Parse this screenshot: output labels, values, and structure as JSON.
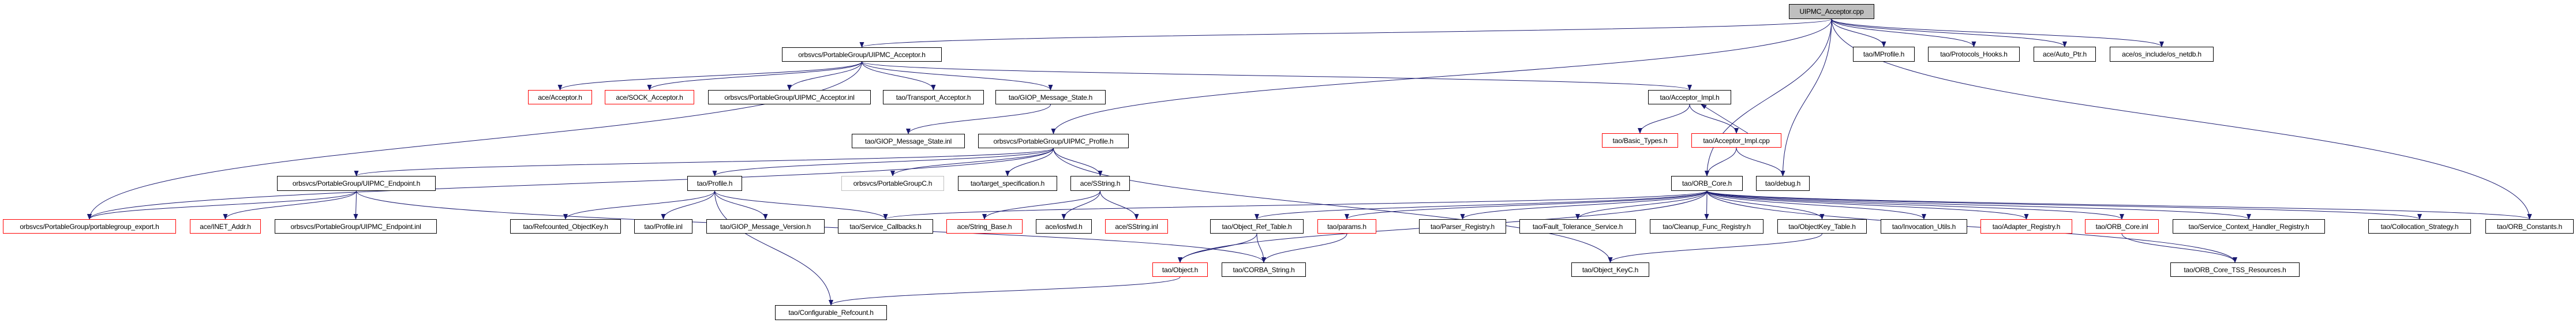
{
  "colors": {
    "edge": "#191970",
    "missing_border": "#ff0000",
    "undocumented_border": "#bfbfbf",
    "root_fill": "#bfbfbf"
  },
  "nodes": [
    {
      "label": "UIPMC_Acceptor.cpp",
      "style": "root"
    },
    {
      "label": "orbsvcs/PortableGroup/UIPMC_Acceptor.h",
      "style": "normal"
    },
    {
      "label": "tao/MProfile.h",
      "style": "normal"
    },
    {
      "label": "tao/Protocols_Hooks.h",
      "style": "normal"
    },
    {
      "label": "ace/Auto_Ptr.h",
      "style": "normal"
    },
    {
      "label": "ace/os_include/os_netdb.h",
      "style": "normal"
    },
    {
      "label": "ace/Acceptor.h",
      "style": "red"
    },
    {
      "label": "ace/SOCK_Acceptor.h",
      "style": "red"
    },
    {
      "label": "orbsvcs/PortableGroup/UIPMC_Acceptor.inl",
      "style": "normal"
    },
    {
      "label": "tao/Transport_Acceptor.h",
      "style": "normal"
    },
    {
      "label": "tao/GIOP_Message_State.h",
      "style": "normal"
    },
    {
      "label": "tao/Acceptor_Impl.h",
      "style": "normal"
    },
    {
      "label": "tao/GIOP_Message_State.inl",
      "style": "normal"
    },
    {
      "label": "orbsvcs/PortableGroup/UIPMC_Profile.h",
      "style": "normal"
    },
    {
      "label": "tao/Basic_Types.h",
      "style": "red"
    },
    {
      "label": "tao/Acceptor_Impl.cpp",
      "style": "red"
    },
    {
      "label": "orbsvcs/PortableGroup/UIPMC_Endpoint.h",
      "style": "normal"
    },
    {
      "label": "tao/Profile.h",
      "style": "normal"
    },
    {
      "label": "orbsvcs/PortableGroupC.h",
      "style": "gray"
    },
    {
      "label": "tao/target_specification.h",
      "style": "normal"
    },
    {
      "label": "ace/SString.h",
      "style": "normal"
    },
    {
      "label": "tao/ORB_Core.h",
      "style": "normal"
    },
    {
      "label": "tao/debug.h",
      "style": "normal"
    },
    {
      "label": "orbsvcs/PortableGroup/portablegroup_export.h",
      "style": "red"
    },
    {
      "label": "ace/INET_Addr.h",
      "style": "red"
    },
    {
      "label": "orbsvcs/PortableGroup/UIPMC_Endpoint.inl",
      "style": "normal"
    },
    {
      "label": "tao/Refcounted_ObjectKey.h",
      "style": "normal"
    },
    {
      "label": "tao/Profile.inl",
      "style": "normal"
    },
    {
      "label": "tao/GIOP_Message_Version.h",
      "style": "normal"
    },
    {
      "label": "tao/Service_Callbacks.h",
      "style": "normal"
    },
    {
      "label": "ace/String_Base.h",
      "style": "red"
    },
    {
      "label": "ace/iosfwd.h",
      "style": "normal"
    },
    {
      "label": "ace/SString.inl",
      "style": "red"
    },
    {
      "label": "tao/Object_Ref_Table.h",
      "style": "normal"
    },
    {
      "label": "tao/params.h",
      "style": "red"
    },
    {
      "label": "tao/Parser_Registry.h",
      "style": "normal"
    },
    {
      "label": "tao/Fault_Tolerance_Service.h",
      "style": "normal"
    },
    {
      "label": "tao/Cleanup_Func_Registry.h",
      "style": "normal"
    },
    {
      "label": "tao/ObjectKey_Table.h",
      "style": "normal"
    },
    {
      "label": "tao/Invocation_Utils.h",
      "style": "normal"
    },
    {
      "label": "tao/Adapter_Registry.h",
      "style": "red"
    },
    {
      "label": "tao/ORB_Core.inl",
      "style": "red"
    },
    {
      "label": "tao/Service_Context_Handler_Registry.h",
      "style": "normal"
    },
    {
      "label": "tao/Collocation_Strategy.h",
      "style": "normal"
    },
    {
      "label": "tao/ORB_Constants.h",
      "style": "normal"
    },
    {
      "label": "tao/Object.h",
      "style": "red"
    },
    {
      "label": "tao/CORBA_String.h",
      "style": "normal"
    },
    {
      "label": "tao/Object_KeyC.h",
      "style": "normal"
    },
    {
      "label": "tao/ORB_Core_TSS_Resources.h",
      "style": "normal"
    },
    {
      "label": "tao/Configurable_Refcount.h",
      "style": "normal"
    }
  ],
  "edges": [
    [
      0,
      1
    ],
    [
      0,
      2
    ],
    [
      0,
      3
    ],
    [
      0,
      4
    ],
    [
      0,
      5
    ],
    [
      0,
      13
    ],
    [
      0,
      21
    ],
    [
      0,
      22
    ],
    [
      0,
      44
    ],
    [
      1,
      6
    ],
    [
      1,
      7
    ],
    [
      1,
      8
    ],
    [
      1,
      9
    ],
    [
      1,
      10
    ],
    [
      1,
      11
    ],
    [
      1,
      23
    ],
    [
      10,
      12
    ],
    [
      11,
      14
    ],
    [
      11,
      15
    ],
    [
      15,
      11
    ],
    [
      15,
      21
    ],
    [
      15,
      22
    ],
    [
      13,
      16
    ],
    [
      13,
      17
    ],
    [
      13,
      18
    ],
    [
      13,
      19
    ],
    [
      13,
      20
    ],
    [
      13,
      47
    ],
    [
      13,
      23
    ],
    [
      16,
      23
    ],
    [
      16,
      24
    ],
    [
      16,
      25
    ],
    [
      16,
      46
    ],
    [
      17,
      26
    ],
    [
      17,
      27
    ],
    [
      17,
      28
    ],
    [
      17,
      29
    ],
    [
      17,
      49
    ],
    [
      20,
      30
    ],
    [
      20,
      31
    ],
    [
      20,
      32
    ],
    [
      21,
      29
    ],
    [
      21,
      45
    ],
    [
      21,
      33
    ],
    [
      21,
      34
    ],
    [
      21,
      35
    ],
    [
      21,
      36
    ],
    [
      21,
      37
    ],
    [
      21,
      38
    ],
    [
      21,
      39
    ],
    [
      21,
      40
    ],
    [
      21,
      41
    ],
    [
      21,
      42
    ],
    [
      21,
      43
    ],
    [
      21,
      44
    ],
    [
      21,
      48
    ],
    [
      33,
      45
    ],
    [
      33,
      46
    ],
    [
      34,
      46
    ],
    [
      38,
      47
    ],
    [
      41,
      48
    ],
    [
      45,
      49
    ]
  ]
}
